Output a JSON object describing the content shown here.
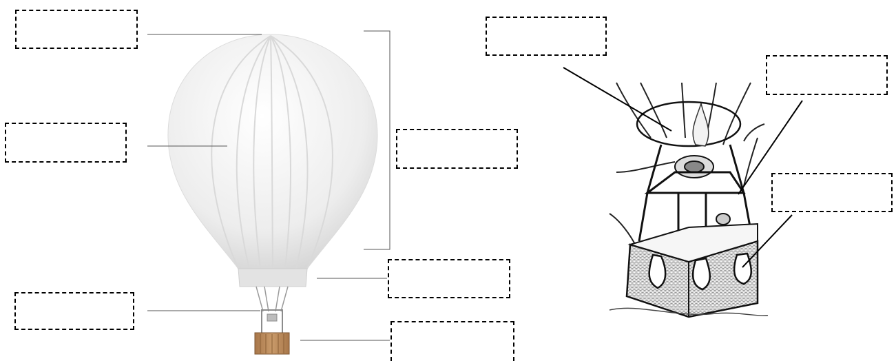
{
  "diagram": {
    "left_figure": "hot-air-balloon-photo",
    "right_figure": "balloon-basket-sketch",
    "colors": {
      "envelope": "#efefef",
      "envelope_shadow": "#d6d6d6",
      "basket": "#b8875a",
      "line": "#000000",
      "leader_line": "#555555"
    },
    "label_boxes": [
      {
        "id": "crown",
        "value": ""
      },
      {
        "id": "envelope",
        "value": ""
      },
      {
        "id": "envelope-bracket",
        "value": ""
      },
      {
        "id": "skirt",
        "value": ""
      },
      {
        "id": "cables",
        "value": ""
      },
      {
        "id": "basket",
        "value": ""
      },
      {
        "id": "burner",
        "value": ""
      },
      {
        "id": "frame",
        "value": ""
      },
      {
        "id": "handles",
        "value": ""
      }
    ]
  }
}
